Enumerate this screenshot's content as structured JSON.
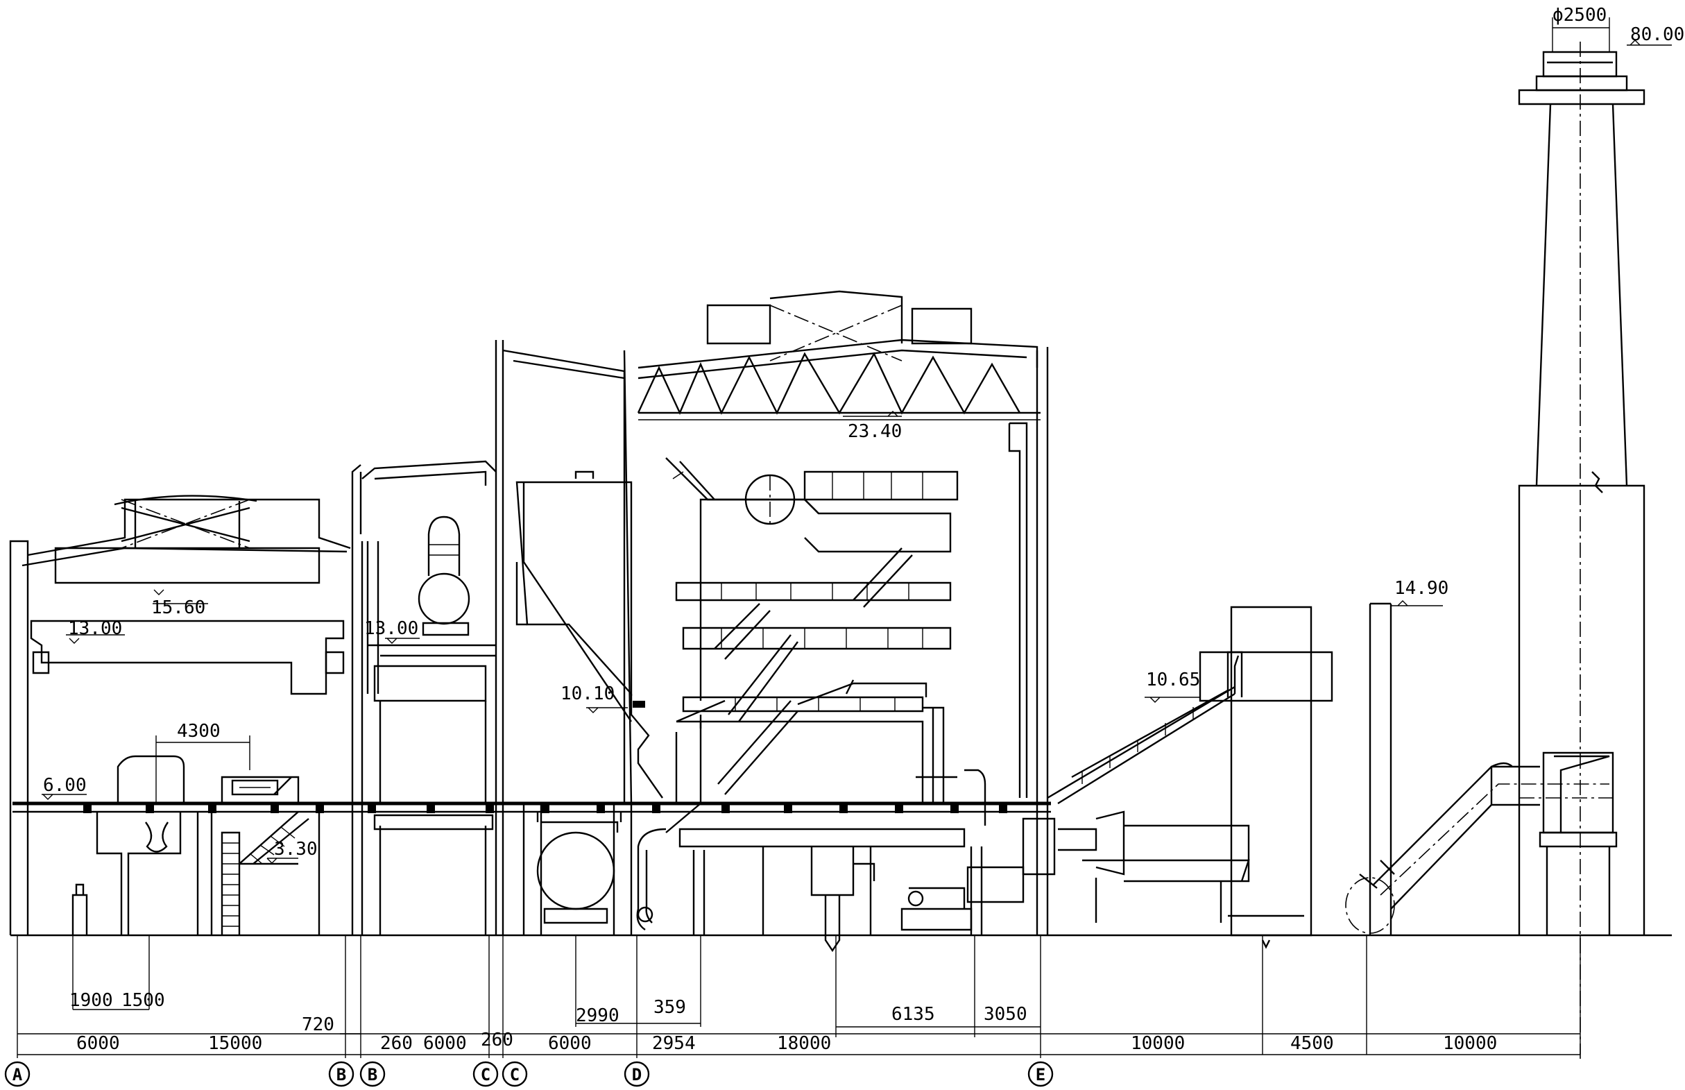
{
  "elevations": {
    "chimney_top": "80.00",
    "roof_truss": "23.40",
    "deaerator_roof": "15.60",
    "crane_rail": "13.00",
    "deaerator_floor": "13.00",
    "flue_duct": "14.90",
    "conveyor": "10.65",
    "coal_bunker": "10.10",
    "operating_floor": "6.00",
    "mezzanine": "3.30"
  },
  "chimney_diameter": "ϕ2500",
  "dimensions": {
    "d_4300": "4300",
    "d_1900": "1900",
    "d_1500": "1500",
    "d_720": "720",
    "d_2990": "2990",
    "d_359": "359",
    "d_6135": "6135",
    "d_3050": "3050",
    "d_6000_a": "6000",
    "d_15000": "15000",
    "d_260_a": "260",
    "d_6000_b": "6000",
    "d_260_b": "260",
    "d_6000_c": "6000",
    "d_2954": "2954",
    "d_18000": "18000",
    "d_10000_a": "10000",
    "d_4500": "4500",
    "d_10000_b": "10000"
  },
  "axes": {
    "a": "A",
    "b1": "B",
    "b2": "B",
    "c1": "C",
    "c2": "C",
    "d": "D",
    "e": "E"
  }
}
